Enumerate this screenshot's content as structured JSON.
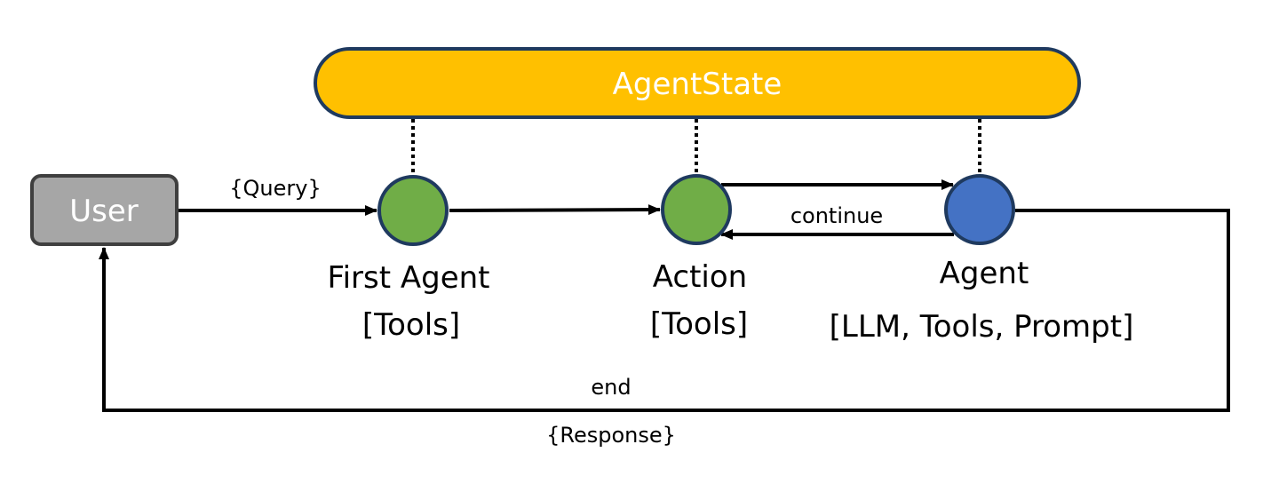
{
  "state": {
    "label": "AgentState"
  },
  "user": {
    "label": "User"
  },
  "nodes": {
    "first_agent": {
      "name": "First Agent",
      "detail": "[Tools]"
    },
    "action": {
      "name": "Action",
      "detail": "[Tools]"
    },
    "agent": {
      "name": "Agent",
      "detail": "[LLM, Tools, Prompt]"
    }
  },
  "edges": {
    "query": "{Query}",
    "continue": "continue",
    "end": "end",
    "response": "{Response}"
  },
  "colors": {
    "state_fill": "#FFC000",
    "stroke": "#1F3A5F",
    "node_green": "#70AD47",
    "node_blue": "#4472C4",
    "user_fill": "#A6A6A6",
    "user_border": "#3F3F3F",
    "line": "#000000"
  }
}
